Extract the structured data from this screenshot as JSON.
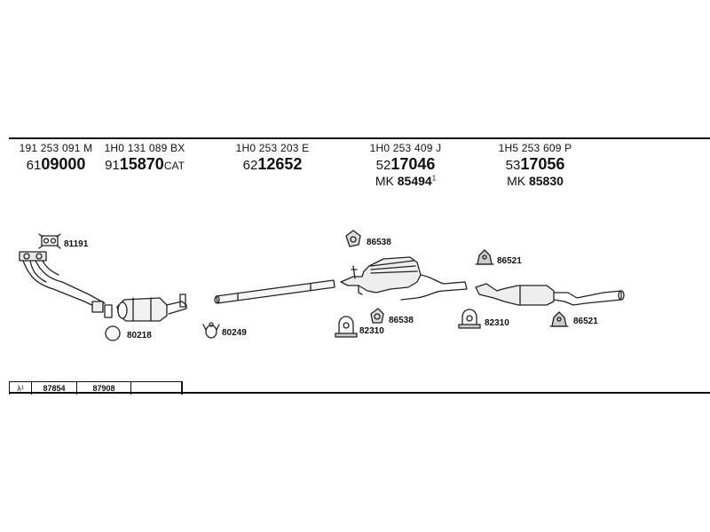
{
  "parts": [
    {
      "part_no": "191 253 091 M",
      "code_prefix": "61",
      "code_main": "09000",
      "code_suffix": "",
      "mk_prefix": "",
      "mk_number": "",
      "mk_note": ""
    },
    {
      "part_no": "1H0 131 089 BX",
      "code_prefix": "91",
      "code_main": "15870",
      "code_suffix": "CAT",
      "mk_prefix": "",
      "mk_number": "",
      "mk_note": ""
    },
    {
      "part_no": "1H0 253 203 E",
      "code_prefix": "62",
      "code_main": "12652",
      "code_suffix": "",
      "mk_prefix": "",
      "mk_number": "",
      "mk_note": ""
    },
    {
      "part_no": "1H0 253 409 J",
      "code_prefix": "52",
      "code_main": "17046",
      "code_suffix": "",
      "mk_prefix": "MK",
      "mk_number": "85494",
      "mk_note": "1"
    },
    {
      "part_no": "1H5 253 609 P",
      "code_prefix": "53",
      "code_main": "17056",
      "code_suffix": "",
      "mk_prefix": "MK",
      "mk_number": "85830",
      "mk_note": ""
    }
  ],
  "labels": {
    "l81191": "81191",
    "l80218": "80218",
    "l80249": "80249",
    "l86538a": "86538",
    "l86538b": "86538",
    "l82310a": "82310",
    "l82310b": "82310",
    "l86521a": "86521",
    "l86521b": "86521"
  },
  "legend": {
    "symbol": "λ¹",
    "cell1": "87854",
    "cell2": "87908",
    "cell3": ""
  }
}
